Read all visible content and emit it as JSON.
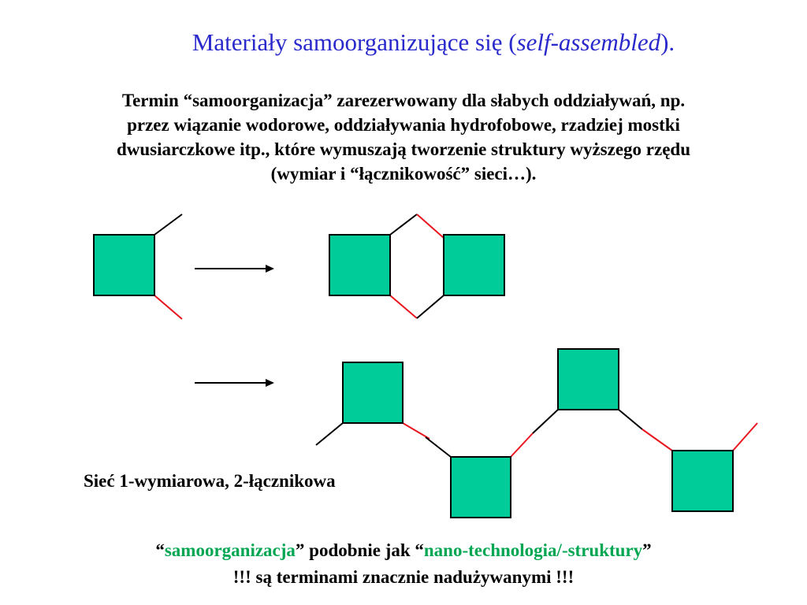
{
  "title": {
    "prefix": "Materiały samoorganizujące się (",
    "italic": "self-assembled",
    "suffix": ")."
  },
  "intro": {
    "lines": [
      "Termin “samoorganizacja” zarezerwowany dla słabych oddziaływań, np.",
      "przez wiązanie wodorowe, oddziaływania hydrofobowe, rzadziej mostki",
      "dwusiarczkowe itp., które wymuszają tworzenie struktury wyższego rzędu",
      "(wymiar i “łącznikowość” sieci…)."
    ]
  },
  "caption": "Sieć 1-wymiarowa, 2-łącznikowa",
  "note": {
    "line1_open": "“",
    "line1_hl1": "samoorganizacja",
    "line1_mid": "” podobnie jak “",
    "line1_hl2": "nano-technologia/-struktury",
    "line1_close": "”",
    "line2": "!!! są terminami znacznie nadużywanymi !!!"
  },
  "colors": {
    "title": "#2a2acc",
    "square_fill": "#00cc99",
    "link_black": "#000000",
    "link_red": "#e8161e",
    "highlight": "#00a651"
  }
}
